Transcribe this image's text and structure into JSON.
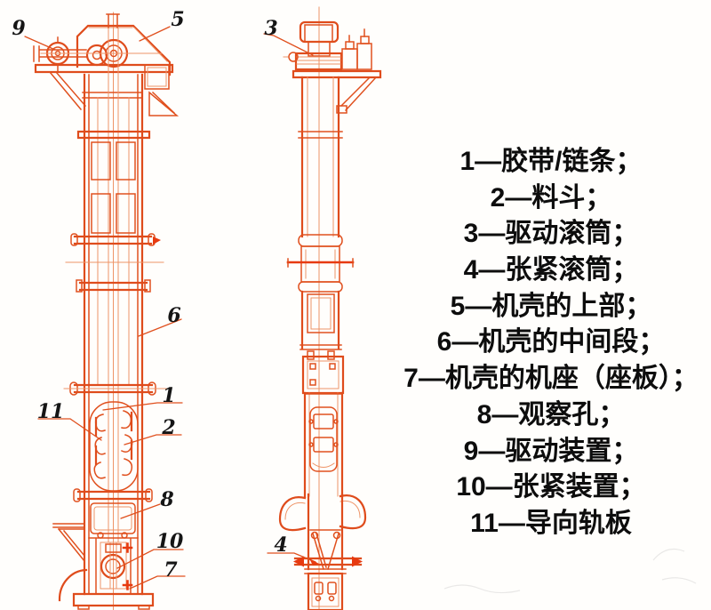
{
  "legend": {
    "items": [
      {
        "num": "1",
        "label": "胶带/链条",
        "text": "1—胶带/链条；"
      },
      {
        "num": "2",
        "label": "料斗",
        "text": "2—料斗；"
      },
      {
        "num": "3",
        "label": "驱动滚筒",
        "text": "3—驱动滚筒；"
      },
      {
        "num": "4",
        "label": "张紧滚筒",
        "text": "4—张紧滚筒；"
      },
      {
        "num": "5",
        "label": "机壳的上部",
        "text": "5—机壳的上部；"
      },
      {
        "num": "6",
        "label": "机壳的中间段",
        "text": "6—机壳的中间段；"
      },
      {
        "num": "7",
        "label": "机壳的机座（座板）",
        "text": "7—机壳的机座（座板）；"
      },
      {
        "num": "8",
        "label": "观察孔",
        "text": "8—观察孔；"
      },
      {
        "num": "9",
        "label": "驱动装置",
        "text": "9—驱动装置；"
      },
      {
        "num": "10",
        "label": "张紧装置",
        "text": "10—张紧装置；"
      },
      {
        "num": "11",
        "label": "导向轨板",
        "text": "11—导向轨板"
      }
    ]
  },
  "callouts": {
    "n1": "1",
    "n2": "2",
    "n3": "3",
    "n4": "4",
    "n5": "5",
    "n6": "6",
    "n7": "7",
    "n8": "8",
    "n9": "9",
    "n10": "10",
    "n11": "11"
  },
  "colors": {
    "drawing_line": "#e0501e",
    "drawing_line_bright": "#e73a10",
    "drawing_line_light": "#ee9468",
    "callout_text": "#151515",
    "legend_text": "#0d0d0d",
    "background": "#fffefc"
  }
}
